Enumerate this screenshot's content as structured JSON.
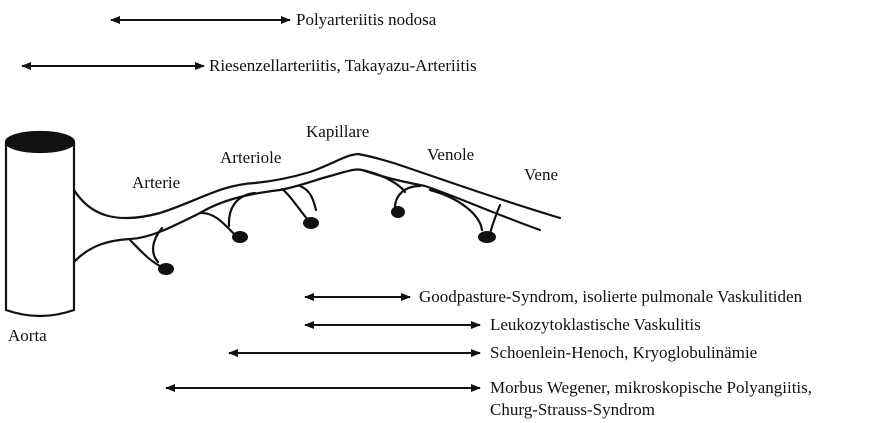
{
  "vessels": {
    "aorta": "Aorta",
    "artery": "Arterie",
    "arteriole": "Arteriole",
    "capillary": "Kapillare",
    "venule": "Venole",
    "vein": "Vene"
  },
  "ranges": {
    "polyarteritis": "Polyarteriitis nodosa",
    "giant_cell": "Riesenzellarteriitis, Takayazu-Arteriitis",
    "goodpasture": "Goodpasture-Syndrom, isolierte pulmonale Vaskulitiden",
    "leukocytoclastic": "Leukozytoklastische Vaskulitis",
    "schoenlein": "Schoenlein-Henoch, Kryoglobulinämie",
    "wegener_line1": "Morbus Wegener, mikroskopische Polyangiitis,",
    "wegener_line2": "Churg-Strauss-Syndrom"
  }
}
